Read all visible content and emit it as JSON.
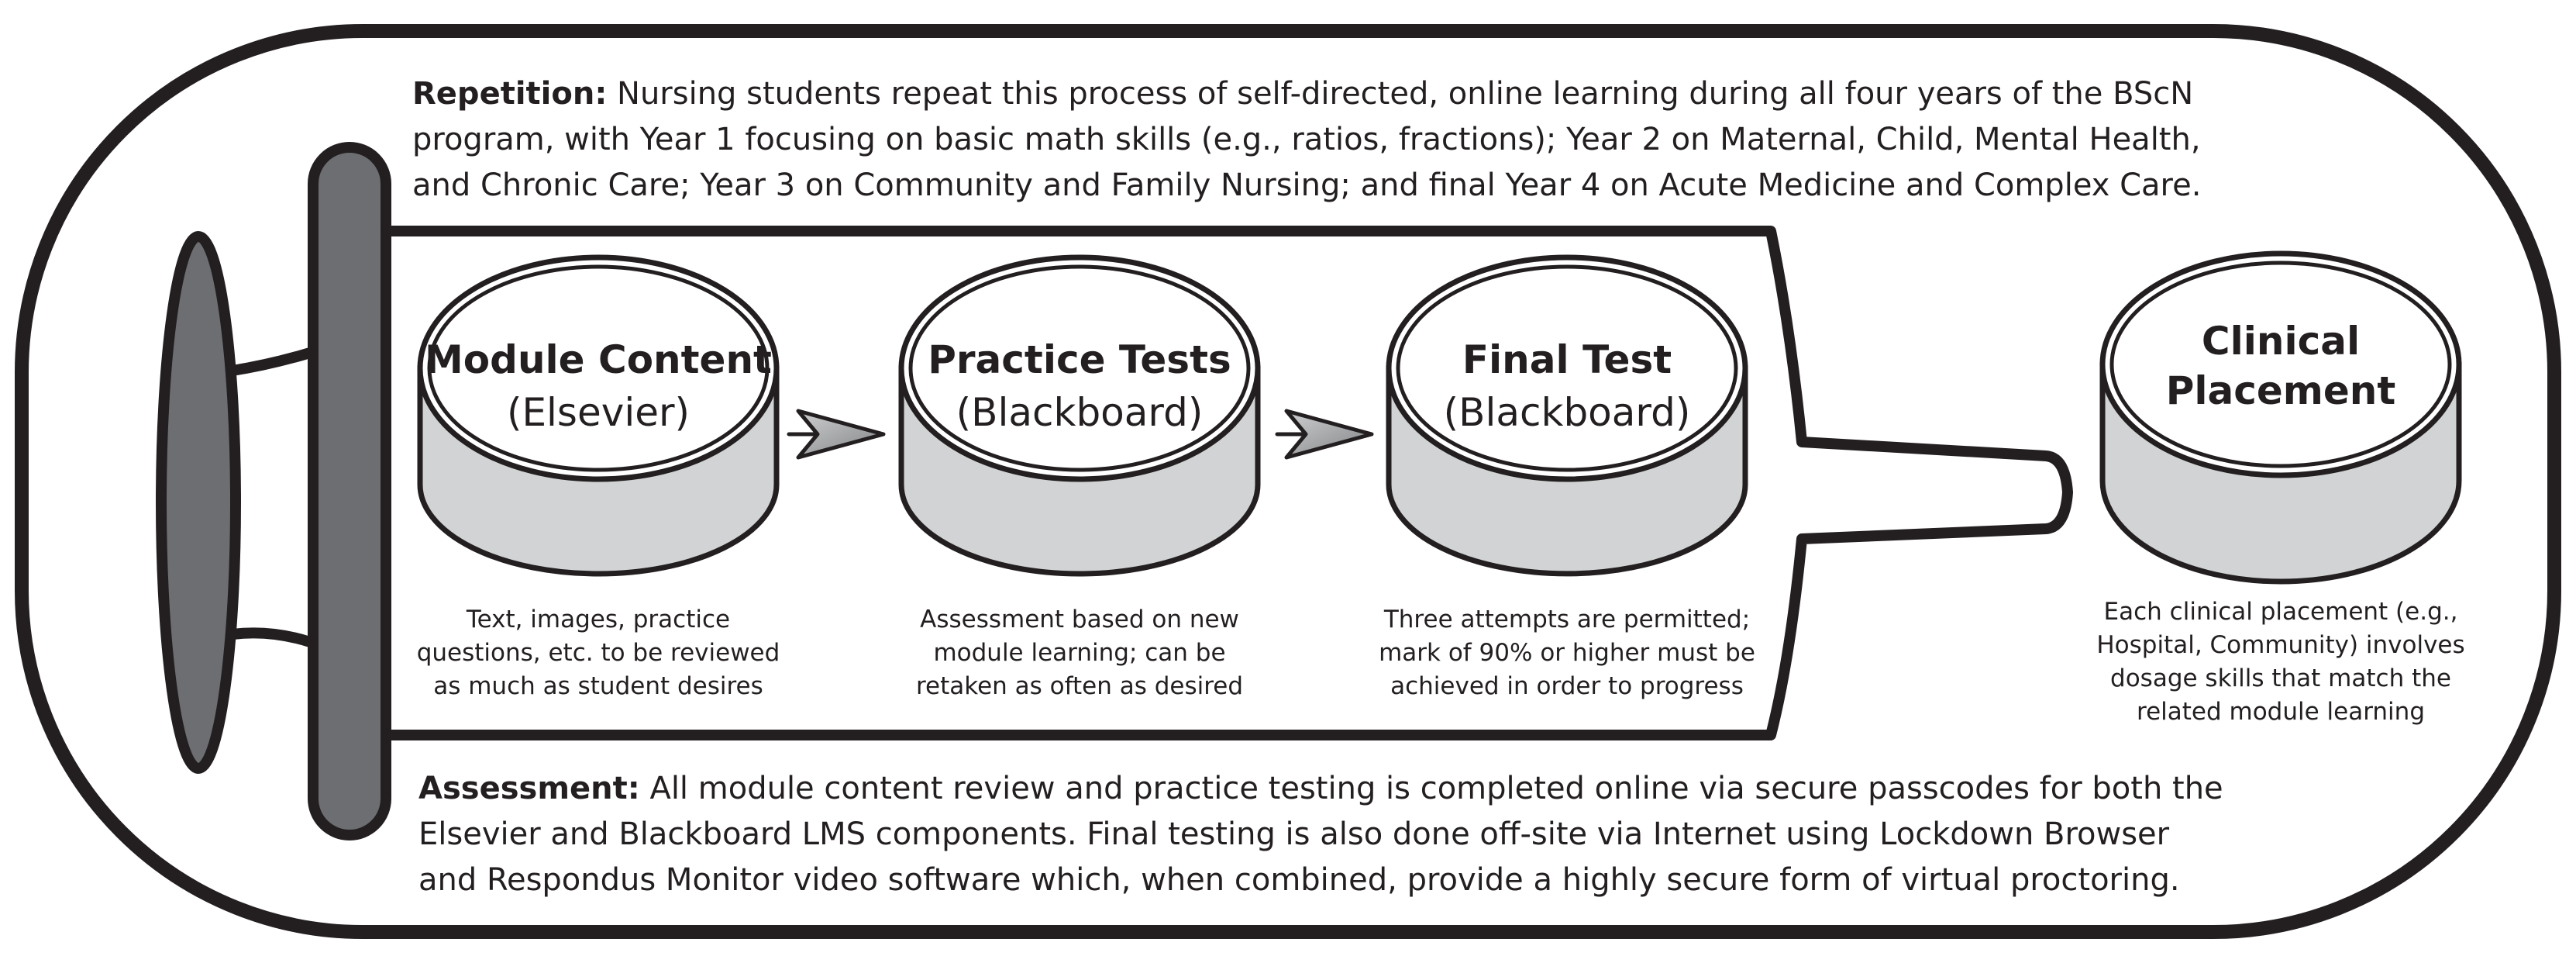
{
  "repetition": {
    "label": "Repetition:",
    "lines": [
      "Nursing students repeat this process of self-directed, online learning during all four years of the BScN",
      "program, with Year 1 focusing on basic math skills (e.g., ratios, fractions); Year 2 on Maternal, Child, Mental Health,",
      "and Chronic Care; Year 3 on Community and Family Nursing; and final Year 4 on Acute Medicine and Complex Care."
    ]
  },
  "assessment": {
    "label": "Assessment:",
    "lines": [
      "All module content review and practice testing is completed online via secure passcodes for both the",
      "Elsevier and Blackboard LMS components. Final testing is also done off-site via Internet using Lockdown Browser",
      "and Respondus Monitor video software which, when combined, provide a highly secure form of virtual proctoring."
    ]
  },
  "stages": [
    {
      "title": "Module Content",
      "subtitle": "(Elsevier)",
      "caption": [
        "Text, images, practice",
        "questions, etc. to be reviewed",
        "as much as student desires"
      ]
    },
    {
      "title": "Practice Tests",
      "subtitle": "(Blackboard)",
      "caption": [
        "Assessment based on new",
        "module learning; can be",
        "retaken as often as desired"
      ]
    },
    {
      "title": "Final Test",
      "subtitle": "(Blackboard)",
      "caption": [
        "Three attempts are permitted;",
        "mark of 90% or higher must be",
        "achieved in order to progress"
      ]
    },
    {
      "title_lines": [
        "Clinical",
        "Placement"
      ],
      "caption": [
        "Each clinical placement (e.g.,",
        "Hospital, Community) involves",
        "dosage skills that match the",
        "related module learning"
      ]
    }
  ],
  "colors": {
    "outline": "#231f20",
    "handle_gray": "#6d6e71",
    "disk_side": "#d1d3d4",
    "arrow_fill": "#a7a9ac",
    "background": "#ffffff"
  }
}
